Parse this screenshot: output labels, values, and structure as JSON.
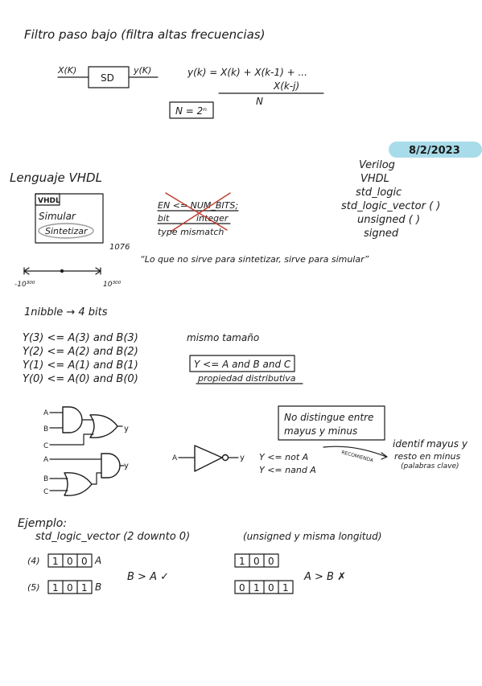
{
  "colors": {
    "ink": "#1b1b1b",
    "date_highlight": "#a9dcea",
    "cross_out": "#c0392b",
    "oval": "#9a9a9a"
  },
  "section1": {
    "title": "Filtro paso bajo (filtra altas frecuencias)",
    "in_label": "X(K)",
    "block_label": "SD",
    "out_label": "y(K)",
    "eq_numerator": "y(k) = X(k) + X(k-1) + ...",
    "eq_tail": "X(k-j)",
    "eq_denominator": "N",
    "n_box": "N = 2ⁿ"
  },
  "date": "8/2/2023",
  "section2": {
    "title": "Lenguaje VHDL",
    "box_tag": "VHDL",
    "simular": "Simular",
    "sintetizar": "Sintetizar",
    "year": "1076",
    "code_line1": "EN  <= NUM_BITS;",
    "code_line2_a": "bit",
    "code_line2_b": "integer",
    "code_line3": "type mismatch",
    "right_list": [
      "Verilog",
      "VHDL",
      "std_logic",
      "std_logic_vector ( )",
      "unsigned ( )",
      "signed"
    ],
    "quote": "“Lo que no sirve para sintetizar, sirve para simular”",
    "range_min": "-10³⁰⁰",
    "range_max": "10³⁰⁰"
  },
  "section3": {
    "nibble": "1nibble → 4 bits",
    "lines": [
      "Y(3) <= A(3)  and  B(3)",
      "Y(2) <= A(2)  and  B(2)",
      "Y(1) <= A(1)  and  B(1)",
      "Y(0) <= A(0)  and  B(0)"
    ],
    "mismo": "mismo tamaño",
    "boxed_eq": "Y <= A and B and C",
    "propiedad": "propiedad distributiva"
  },
  "section4": {
    "g1": {
      "a": "A",
      "b": "B",
      "c": "C",
      "y": "y"
    },
    "g2": {
      "a": "A",
      "b": "B",
      "c": "C",
      "y": "y"
    },
    "inv": {
      "a": "A",
      "y": "y"
    },
    "not_eq": "Y <= not A",
    "nand_eq": "Y <= nand A",
    "case_box_l1": "No distingue entre",
    "case_box_l2": "mayus y minus",
    "recomienda": "RECOMIENDA",
    "identif": "identif mayus y",
    "resto": "resto en minus",
    "palabras": "(palabras clave)"
  },
  "section5": {
    "ejemplo": "Ejemplo:",
    "vector": "std_logic_vector (2 downto 0)",
    "note": "(unsigned y misma longitud)",
    "row1_num": "(4)",
    "row1_bits": [
      "1",
      "0",
      "0"
    ],
    "row1_name": "A",
    "row2_num": "(5)",
    "row2_bits": [
      "1",
      "0",
      "1"
    ],
    "row2_name": "B",
    "cmp1": "B > A ✓",
    "right_bits1": [
      "1",
      "0",
      "0"
    ],
    "right_bits2": [
      "0",
      "1",
      "0",
      "1"
    ],
    "cmp2": "A > B ✗"
  }
}
